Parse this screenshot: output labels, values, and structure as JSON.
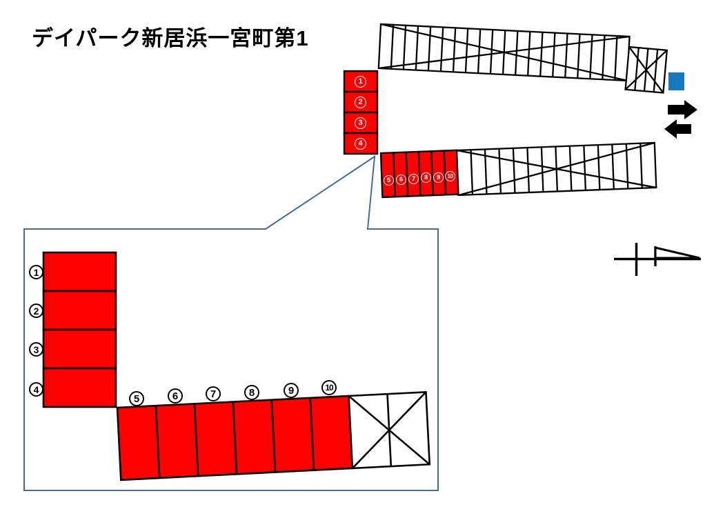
{
  "title": "デイパーク新居浜一宮町第1",
  "stalls": {
    "column": [
      "1",
      "2",
      "3",
      "4"
    ],
    "row": [
      "5",
      "6",
      "7",
      "8",
      "9",
      "10"
    ]
  },
  "colors": {
    "stall_red": "#FF0000",
    "marker_blue": "#1879BF",
    "outline_black": "#000000",
    "callout_blue": "#476A93",
    "background": "#FFFFFF"
  },
  "icons": {
    "arrow_in": "right-arrow",
    "arrow_out": "left-arrow",
    "marker": "blue-square",
    "road_sign": "road-crossing-symbol"
  }
}
